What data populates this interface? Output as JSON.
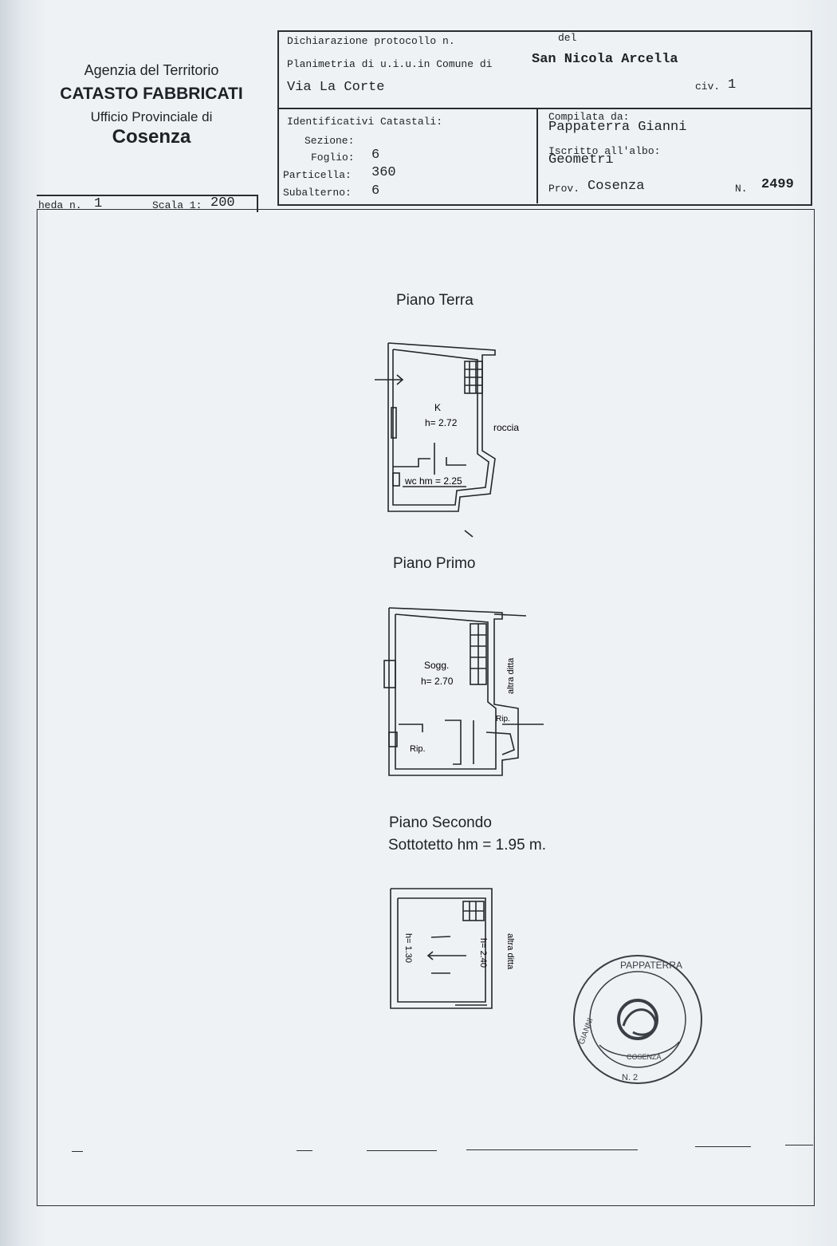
{
  "agency": {
    "line1": "Agenzia del Territorio",
    "line2": "CATASTO FABBRICATI",
    "line3": "Ufficio Provinciale di",
    "line4": "Cosenza"
  },
  "scheda": {
    "label": "heda n.",
    "number": "1",
    "scale_label": "Scala 1:",
    "scale_value": "200"
  },
  "header": {
    "protocollo_label": "Dichiarazione protocollo n.",
    "del_label": "del",
    "planimetria_label": "Planimetria di u.i.u.in Comune di",
    "comune": "San Nicola Arcella",
    "via": "Via La Corte",
    "civ_label": "civ.",
    "civ_value": "1"
  },
  "identificativi": {
    "title": "Identificativi Catastali:",
    "sezione_label": "Sezione:",
    "sezione_value": "",
    "foglio_label": "Foglio:",
    "foglio_value": "6",
    "particella_label": "Particella:",
    "particella_value": "360",
    "subalterno_label": "Subalterno:",
    "subalterno_value": "6"
  },
  "compilata": {
    "label": "Compilata da:",
    "name": "Pappaterra Gianni",
    "albo_label": "Iscritto all'albo:",
    "albo_value": "Geometri",
    "prov_label": "Prov.",
    "prov_value": "Cosenza",
    "n_label": "N.",
    "n_value": "2499"
  },
  "floors": {
    "terra": {
      "title": "Piano Terra",
      "room": "K",
      "height": "h= 2.72",
      "rock": "roccia",
      "wc": "wc hm = 2.25"
    },
    "primo": {
      "title": "Piano Primo",
      "room": "Sogg.",
      "height": "h= 2.70",
      "side": "altra ditta",
      "rip1": "Rip.",
      "rip2": "Rip."
    },
    "secondo": {
      "title": "Piano Secondo",
      "subtitle": "Sottotetto  hm = 1.95 m.",
      "h_left": "h= 1.30",
      "h_right": "h= 2.40",
      "side": "altra ditta"
    }
  },
  "stamp": {
    "top": "PAPPATERRA",
    "left": "GIANNI",
    "bottom": "COSENZA",
    "number": "N. 2"
  }
}
